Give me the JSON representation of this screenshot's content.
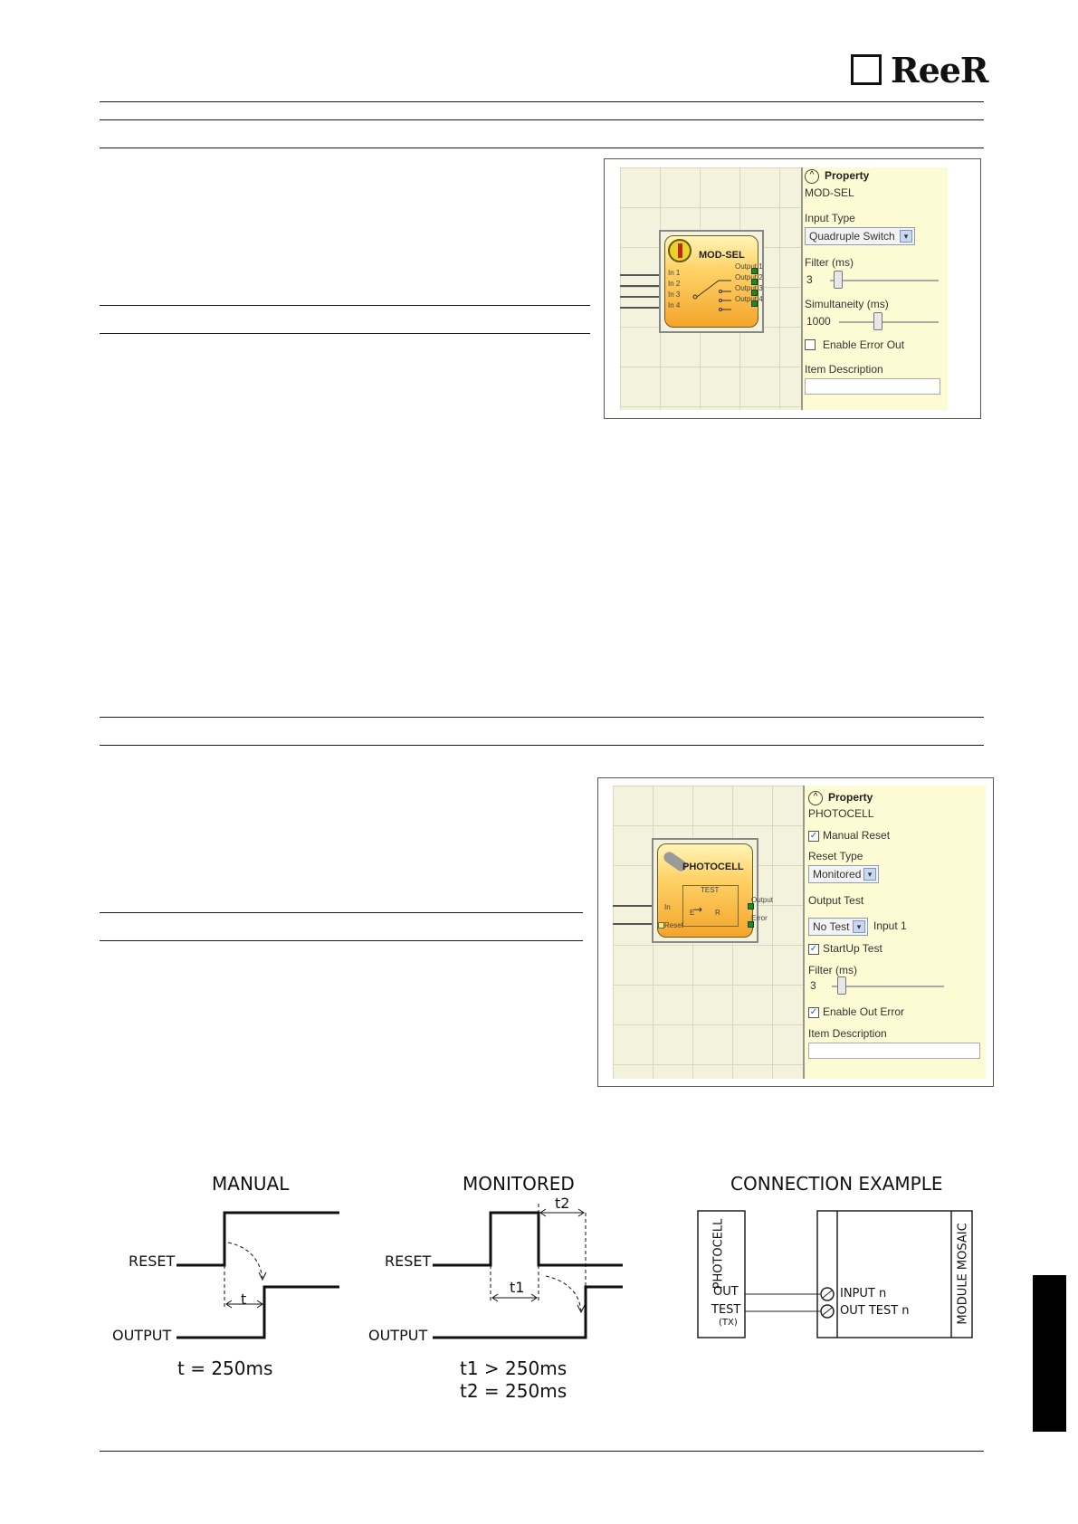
{
  "brand": {
    "name": "ReeR"
  },
  "modsel": {
    "block_title": "MOD-SEL",
    "inputs": [
      "In 1",
      "In 2",
      "In 3",
      "In 4"
    ],
    "outputs": [
      "Output 1",
      "Output 2",
      "Output 3",
      "Output 4"
    ],
    "property": {
      "header": "Property",
      "name": "MOD-SEL",
      "input_type_label": "Input Type",
      "input_type_value": "Quadruple Switch",
      "filter_label": "Filter (ms)",
      "filter_value": "3",
      "simultaneity_label": "Simultaneity (ms)",
      "simultaneity_value": "1000",
      "enable_error_out_label": "Enable Error Out",
      "enable_error_out_checked": false,
      "item_description_label": "Item Description"
    }
  },
  "photocell": {
    "block_title": "PHOTOCELL",
    "inputs": [
      "In",
      "Reset"
    ],
    "outputs": [
      "Output",
      "Error"
    ],
    "test_label": "TEST",
    "e_label": "E",
    "r_label": "R",
    "property": {
      "header": "Property",
      "name": "PHOTOCELL",
      "manual_reset_label": "Manual Reset",
      "manual_reset_checked": true,
      "reset_type_label": "Reset Type",
      "reset_type_value": "Monitored",
      "output_test_label": "Output Test",
      "output_test_value": "No Test",
      "output_test_input": "Input 1",
      "startup_test_label": "StartUp Test",
      "startup_test_checked": true,
      "filter_label": "Filter (ms)",
      "filter_value": "3",
      "enable_out_error_label": "Enable Out Error",
      "enable_out_error_checked": true,
      "item_description_label": "Item Description"
    }
  },
  "diagrams": {
    "manual": {
      "title": "MANUAL",
      "reset": "RESET",
      "output": "OUTPUT",
      "t": "t",
      "formula": "t = 250ms"
    },
    "monitored": {
      "title": "MONITORED",
      "reset": "RESET",
      "output": "OUTPUT",
      "t1": "t1",
      "t2": "t2",
      "formula1": "t1 > 250ms",
      "formula2": "t2 = 250ms"
    },
    "connection": {
      "title": "CONNECTION EXAMPLE",
      "photocell": "PHOTOCELL",
      "out": "OUT",
      "test": "TEST",
      "tx": "(TX)",
      "input_n": "INPUT n",
      "out_test_n": "OUT TEST n",
      "module": "MODULE MOSAIC"
    }
  }
}
